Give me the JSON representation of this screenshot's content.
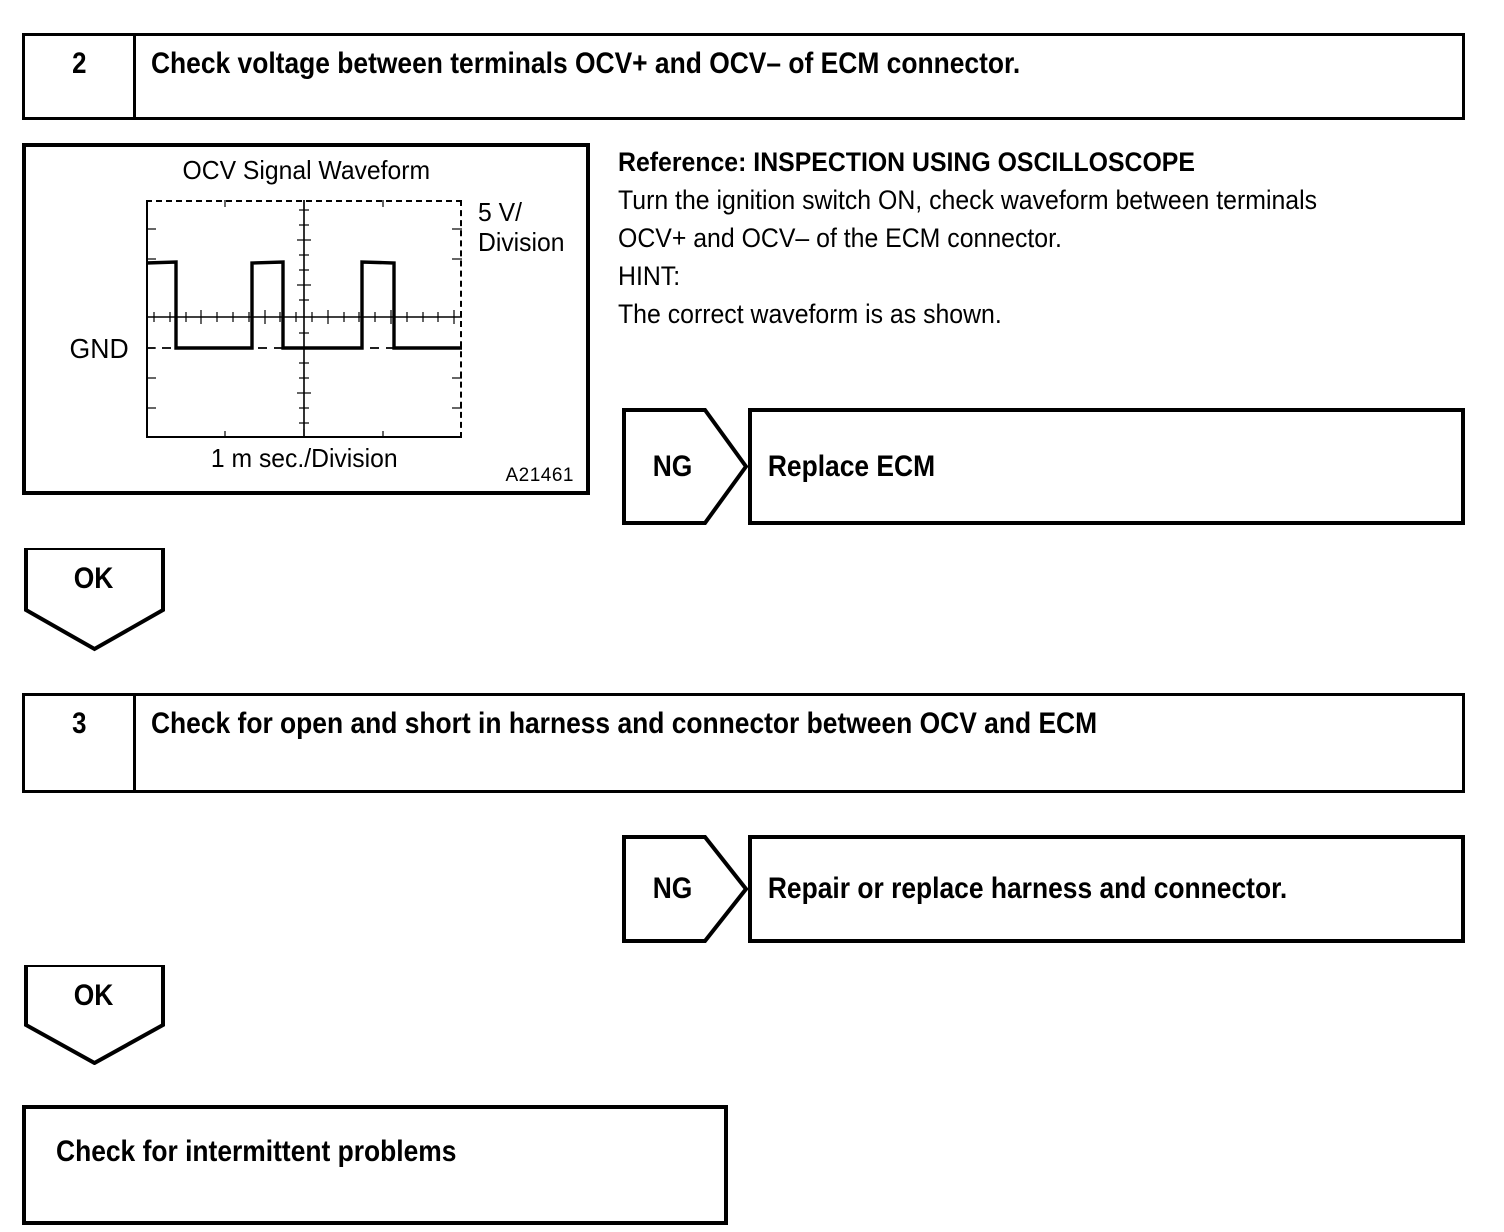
{
  "document": {
    "type": "diagnostic-flowchart",
    "colors": {
      "ink": "#000000",
      "paper": "#ffffff"
    }
  },
  "steps": [
    {
      "number": "2",
      "title": "Check voltage between terminals OCV+ and OCV– of ECM connector."
    },
    {
      "number": "3",
      "title": "Check for open and short in harness and connector between OCV and ECM"
    }
  ],
  "waveform_panel": {
    "title": "OCV Signal Waveform",
    "y_axis_label": "5 V/\nDivision",
    "y_axis_label_line1": "5 V/",
    "y_axis_label_line2": "Division",
    "ground_label": "GND",
    "x_axis_label": "1 m sec./Division",
    "figure_code": "A21461"
  },
  "chart_data": {
    "type": "line",
    "title": "OCV Signal Waveform",
    "xlabel": "1 m sec./Division",
    "ylabel": "5 V/Division",
    "grid": true,
    "legend": false,
    "x_units": "ms",
    "y_units": "V",
    "volts_per_division": 5,
    "ms_per_division": 1,
    "x_divisions": 10,
    "y_divisions": 8,
    "ground_level_v": 0,
    "pulse_high_v": 10,
    "xlim": [
      0,
      10
    ],
    "ylim": [
      -15,
      25
    ],
    "description": "Square-wave pulse train: three positive pulses above the GND reference line, each about 10 V high (2 divisions), roughly 1 division wide, repeating about every 2.4 divisions.",
    "series": [
      {
        "name": "OCV signal",
        "points": [
          [
            0.0,
            10
          ],
          [
            0.95,
            10
          ],
          [
            0.95,
            0
          ],
          [
            3.35,
            0
          ],
          [
            3.35,
            10
          ],
          [
            4.35,
            10
          ],
          [
            4.35,
            0
          ],
          [
            6.85,
            0
          ],
          [
            6.85,
            10
          ],
          [
            7.85,
            10
          ],
          [
            7.85,
            0
          ],
          [
            10.0,
            0
          ]
        ]
      }
    ],
    "reference_lines": [
      {
        "name": "GND",
        "orientation": "horizontal",
        "value": 0,
        "style": "dashed",
        "label": "GND"
      },
      {
        "name": "center-horizontal-axis",
        "orientation": "horizontal",
        "value": 5,
        "style": "solid-ticked"
      },
      {
        "name": "center-vertical-axis",
        "orientation": "vertical",
        "value": 5,
        "style": "solid-ticked"
      }
    ]
  },
  "reference_note": {
    "lines": [
      {
        "text": "Reference: INSPECTION USING OSCILLOSCOPE",
        "bold": true
      },
      {
        "text": "Turn the ignition switch ON, check waveform between terminals",
        "bold": false
      },
      {
        "text": "OCV+ and OCV– of the ECM connector.",
        "bold": false
      },
      {
        "text": "HINT:",
        "bold": false
      },
      {
        "text": "The correct waveform is as shown.",
        "bold": false
      }
    ]
  },
  "branches": [
    {
      "id": "ng-1",
      "label": "NG",
      "result": "Replace ECM"
    },
    {
      "id": "ok-1",
      "label": "OK"
    },
    {
      "id": "ng-2",
      "label": "NG",
      "result": "Repair or replace harness and connector."
    },
    {
      "id": "ok-2",
      "label": "OK"
    }
  ],
  "final_action": {
    "text": "Check for intermittent problems"
  }
}
